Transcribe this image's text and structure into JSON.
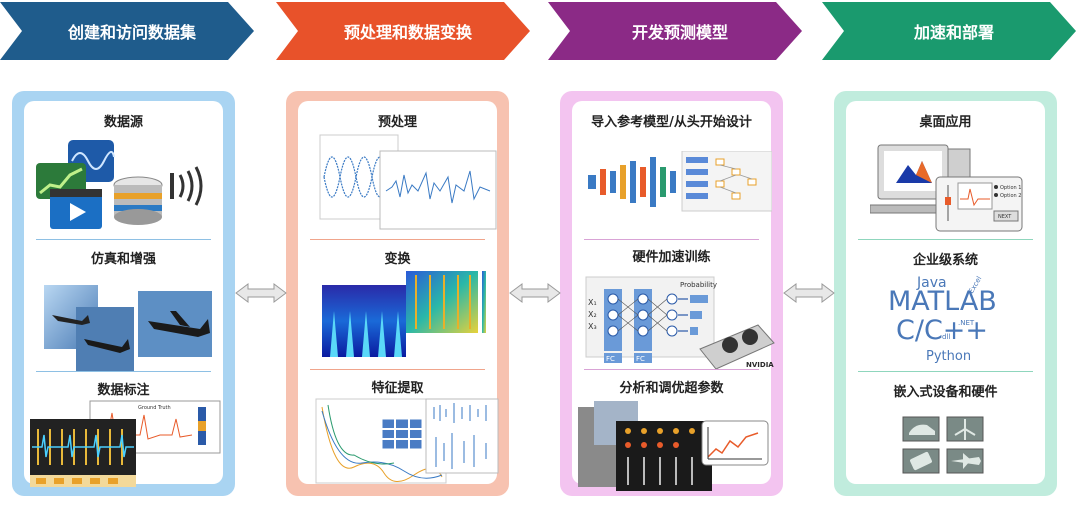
{
  "stages": [
    {
      "label": "创建和访问数据集",
      "color": "#1f5c8c",
      "panel": "#a9d4f2",
      "line": "#8ec0e4"
    },
    {
      "label": "预处理和数据变换",
      "color": "#e8522a",
      "panel": "#f7c2b0",
      "line": "#f0a58c"
    },
    {
      "label": "开发预测模型",
      "color": "#8b2a86",
      "panel": "#f3c4f0",
      "line": "#d9a3d6"
    },
    {
      "label": "加速和部署",
      "color": "#1a9a6e",
      "panel": "#c0ecdd",
      "line": "#8fd6bd"
    }
  ],
  "col1": {
    "s1": "数据源",
    "s2": "仿真和增强",
    "s3": "数据标注",
    "plot_title": "Ground Truth"
  },
  "col2": {
    "s1": "预处理",
    "s2": "变换",
    "s3": "特征提取"
  },
  "col3": {
    "s1": "导入参考模型/从头开始设计",
    "s2": "硬件加速训练",
    "s3": "分析和调优超参数",
    "fc1": "FC",
    "fc2": "FC",
    "prob": "Probability",
    "brand": "NVIDIA",
    "xs": [
      "X₁",
      "X₂",
      "X₃"
    ]
  },
  "col4": {
    "s1": "桌面应用",
    "s2": "企业级系统",
    "s3": "嵌入式设备和硬件",
    "opt1": "Option 1",
    "opt2": "Option 2",
    "next": "NEXT",
    "words": {
      "java": "Java",
      "matlab": "MATLAB",
      "cpp": "C/C++",
      "python": "Python",
      "net": ".NET",
      "excel": "Excel",
      "dll": "dll"
    }
  }
}
